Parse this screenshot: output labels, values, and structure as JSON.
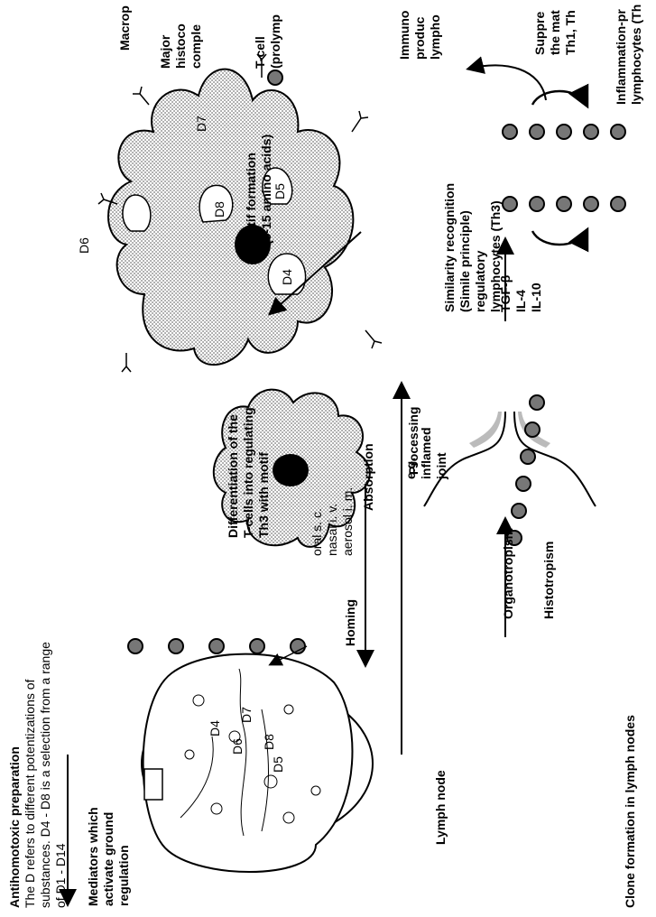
{
  "preparation": {
    "title": "Antihomotoxic preparation",
    "line1": "The D refers to different potentizations of",
    "line2": "substances. D4 - D8 is a selection from a range",
    "line3": "of D1 - D14"
  },
  "mediators": {
    "line1": "Mediators which",
    "line2": "activate ground",
    "line3": "regulation"
  },
  "routes": {
    "oral": "oral s. c.",
    "nasal": "nasal i. v.",
    "aerosol": "aerosol i. m."
  },
  "absorption": "Absorption",
  "processing": "Processing",
  "potencies": {
    "d4": "D4",
    "d5": "D5",
    "d6": "D6",
    "d7": "D7",
    "d8": "D8"
  },
  "macrophage_label": "Macrop",
  "mhc": {
    "line1": "Major",
    "line2": "histoco",
    "line3": "comple"
  },
  "tcell": {
    "line1": "T-cell",
    "line2": "(prolymp"
  },
  "motif": {
    "line1": "Motif formation",
    "line2": "(5-15 amino acids)"
  },
  "differentiation": {
    "line1": "Differentiation of the",
    "line2": "T-cells into regulating",
    "line3": "Th3 with motif"
  },
  "homing": "Homing",
  "lymph_node": "Lymph node",
  "clone_formation": "Clone formation in lymph nodes",
  "organotropism": "Organotropism",
  "histotropism": "Histotropism",
  "joint": {
    "line1": "e.g.",
    "line2": "inflamed",
    "line3": "joint"
  },
  "cytokines": {
    "tgf": "TGF-β",
    "il4": "IL-4",
    "il10": "IL-10"
  },
  "similarity": {
    "line1": "Similarity recognition",
    "line2": "(Simile principle)",
    "line3": "regulatory",
    "line4": "lymphocytes (Th3)"
  },
  "immuno": {
    "line1": "Immuno",
    "line2": "produc",
    "line3": "lympho"
  },
  "suppression": {
    "line1": "Suppre",
    "line2": "the mat",
    "line3": "Th1, Th"
  },
  "inflammation": {
    "line1": "Inflammation-pr",
    "line2": "lymphocytes (Th"
  }
}
